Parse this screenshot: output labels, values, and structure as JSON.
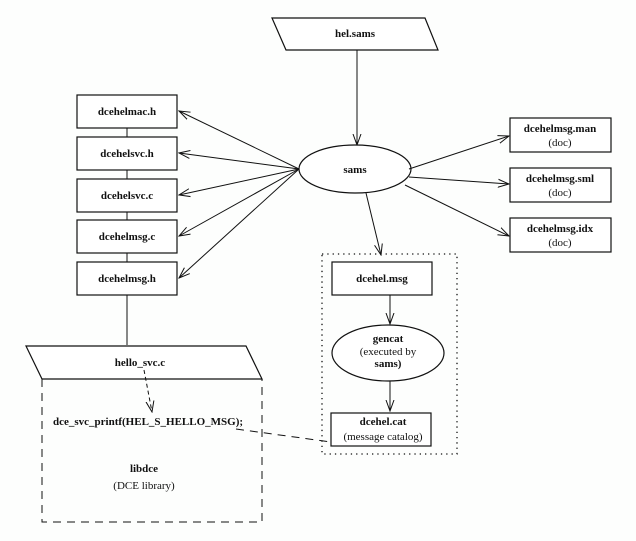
{
  "diagram": {
    "source": {
      "label": "hel.sams"
    },
    "processor": {
      "label": "sams"
    },
    "headers": [
      {
        "label": "dcehelmac.h"
      },
      {
        "label": "dcehelsvc.h"
      },
      {
        "label": "dcehelsvc.c"
      },
      {
        "label": "dcehelmsg.c"
      },
      {
        "label": "dcehelmsg.h"
      }
    ],
    "docs": [
      {
        "label": "dcehelmsg.man",
        "sub": "(doc)"
      },
      {
        "label": "dcehelmsg.sml",
        "sub": "(doc)"
      },
      {
        "label": "dcehelmsg.idx",
        "sub": "(doc)"
      }
    ],
    "message_file": {
      "label": "dcehel.msg"
    },
    "gencat": {
      "label": "gencat",
      "sub1": "(executed by",
      "sub2": "sams)"
    },
    "catalog": {
      "label": "dcehel.cat",
      "sub": "(message catalog)"
    },
    "program": {
      "label": "hello_svc.c"
    },
    "call": {
      "label": "dce_svc_printf(HEL_S_HELLO_MSG);"
    },
    "library": {
      "label": "libdce",
      "sub": "(DCE library)"
    }
  }
}
